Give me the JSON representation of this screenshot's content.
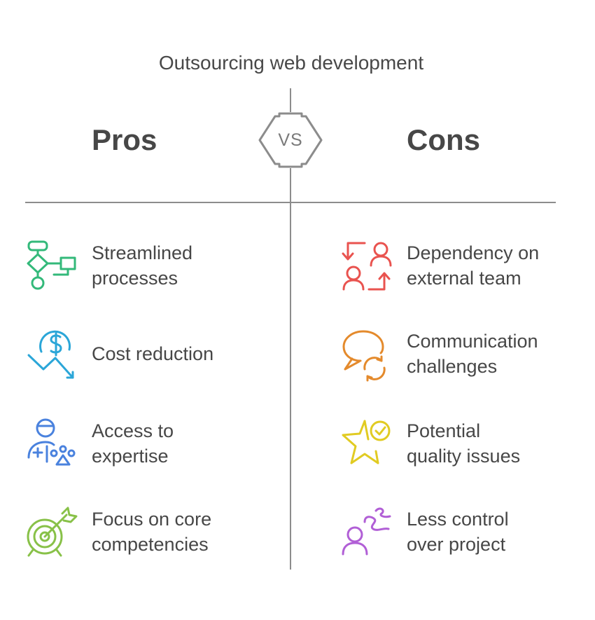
{
  "title": "Outsourcing web development",
  "vs_label": "VS",
  "pros": {
    "heading": "Pros",
    "items": [
      {
        "line1": "Streamlined",
        "line2": "processes",
        "icon": "flowchart-icon",
        "color": "#33b97a"
      },
      {
        "line1": "Cost reduction",
        "line2": "",
        "icon": "dollar-decrease-icon",
        "color": "#2ba6d8"
      },
      {
        "line1": "Access to",
        "line2": "expertise",
        "icon": "expert-network-icon",
        "color": "#4a82de"
      },
      {
        "line1": "Focus on core",
        "line2": "competencies",
        "icon": "target-arrow-icon",
        "color": "#88c148"
      }
    ]
  },
  "cons": {
    "heading": "Cons",
    "items": [
      {
        "line1": "Dependency on",
        "line2": "external team",
        "icon": "user-exchange-icon",
        "color": "#e9534f"
      },
      {
        "line1": "Communication",
        "line2": "challenges",
        "icon": "chat-refresh-icon",
        "color": "#e48a2c"
      },
      {
        "line1": "Potential",
        "line2": "quality issues",
        "icon": "star-check-icon",
        "color": "#e1cb22"
      },
      {
        "line1": "Less control",
        "line2": "over project",
        "icon": "user-path-icon",
        "color": "#b15fd6"
      }
    ]
  }
}
